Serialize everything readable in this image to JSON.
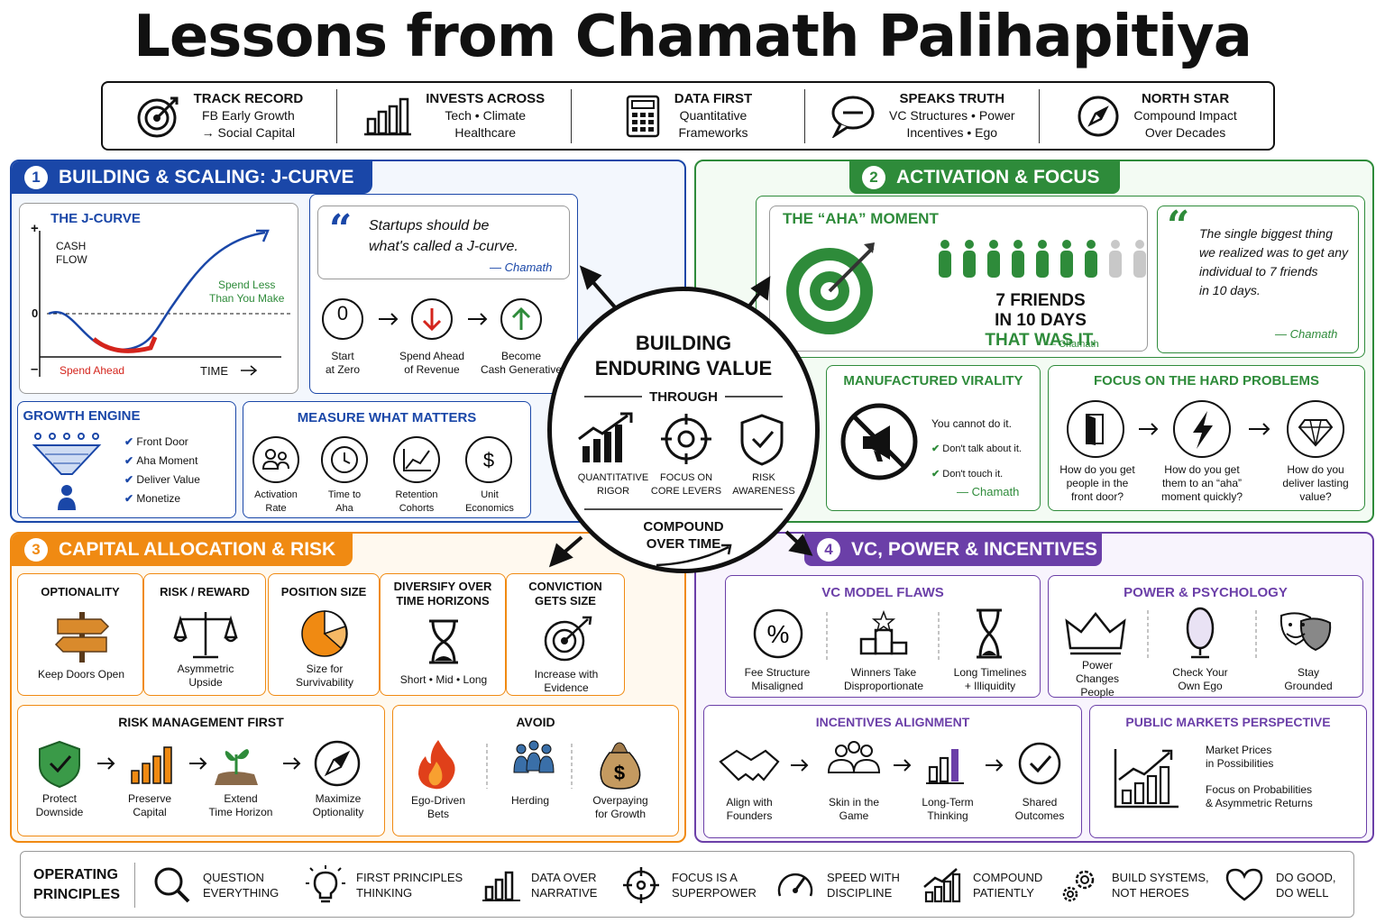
{
  "title": "Lessons from Chamath Palihapitiya",
  "topbar": [
    {
      "head": "TRACK RECORD",
      "l1": "FB Early Growth",
      "l2": "→ Social Capital",
      "icon": "target-icon"
    },
    {
      "head": "INVESTS ACROSS",
      "l1": "Tech • Climate",
      "l2": "Healthcare",
      "icon": "bar-chart-icon"
    },
    {
      "head": "DATA FIRST",
      "l1": "Quantitative",
      "l2": "Frameworks",
      "icon": "calculator-icon"
    },
    {
      "head": "SPEAKS TRUTH",
      "l1": "VC Structures • Power",
      "l2": "Incentives • Ego",
      "icon": "speech-bubble-icon"
    },
    {
      "head": "NORTH STAR",
      "l1": "Compound Impact",
      "l2": "Over Decades",
      "icon": "compass-icon"
    }
  ],
  "s1": {
    "num": "1",
    "title": "BUILDING & SCALING: J-CURVE",
    "jcurve": {
      "title": "THE J-CURVE",
      "plus": "+",
      "minus": "–",
      "cash1": "CASH",
      "cash2": "FLOW",
      "zero": "0",
      "spend_less1": "Spend Less",
      "spend_less2": "Than You Make",
      "spend_ahead": "Spend Ahead",
      "time": "TIME"
    },
    "quote": {
      "l1": "Startups should be",
      "l2": "what's called a J-curve.",
      "by": "— Chamath"
    },
    "steps": [
      {
        "l1": "Start",
        "l2": "at Zero"
      },
      {
        "l1": "Spend Ahead",
        "l2": "of Revenue"
      },
      {
        "l1": "Become",
        "l2": "Cash Generative"
      }
    ],
    "step_zero": "0",
    "growth": {
      "title": "GROWTH ENGINE",
      "items": [
        "Front Door",
        "Aha Moment",
        "Deliver Value",
        "Monetize"
      ]
    },
    "measure": {
      "title": "MEASURE WHAT MATTERS",
      "items": [
        {
          "l1": "Activation",
          "l2": "Rate"
        },
        {
          "l1": "Time to",
          "l2": "Aha"
        },
        {
          "l1": "Retention",
          "l2": "Cohorts"
        },
        {
          "l1": "Unit",
          "l2": "Economics"
        }
      ]
    }
  },
  "s2": {
    "num": "2",
    "title": "ACTIVATION & FOCUS",
    "aha": {
      "title": "THE “AHA” MOMENT",
      "l1": "7 FRIENDS",
      "l2": "IN 10 DAYS",
      "l3": "THAT WAS IT.",
      "by": "— Chamath"
    },
    "quote": {
      "l1": "The single biggest thing",
      "l2": "we realized was to get any",
      "l3": "individual to 7 friends",
      "l4": "in 10 days.",
      "by": "— Chamath"
    },
    "viral": {
      "title": "MANUFACTURED VIRALITY",
      "l1": "You cannot do it.",
      "l2": "Don't talk about it.",
      "l3": "Don't touch it.",
      "by": "— Chamath"
    },
    "hard": {
      "title": "FOCUS ON THE HARD PROBLEMS",
      "items": [
        {
          "l1": "How do you get",
          "l2": "people in the",
          "l3": "front door?"
        },
        {
          "l1": "How do you get",
          "l2": "them to an “aha”",
          "l3": "moment quickly?"
        },
        {
          "l1": "How do you",
          "l2": "deliver lasting",
          "l3": "value?"
        }
      ]
    }
  },
  "hub": {
    "t1": "BUILDING",
    "t2": "ENDURING VALUE",
    "through": "THROUGH",
    "items": [
      {
        "l1": "QUANTITATIVE",
        "l2": "RIGOR"
      },
      {
        "l1": "FOCUS ON",
        "l2": "CORE LEVERS"
      },
      {
        "l1": "RISK",
        "l2": "AWARENESS"
      }
    ],
    "b1": "COMPOUND",
    "b2": "OVER TIME"
  },
  "s3": {
    "num": "3",
    "title": "CAPITAL ALLOCATION & RISK",
    "cards": [
      {
        "t1": "OPTIONALITY",
        "t2": "",
        "l1": "Keep Doors Open",
        "l2": ""
      },
      {
        "t1": "RISK / REWARD",
        "t2": "",
        "l1": "Asymmetric",
        "l2": "Upside"
      },
      {
        "t1": "POSITION SIZE",
        "t2": "",
        "l1": "Size for",
        "l2": "Survivability"
      },
      {
        "t1": "DIVERSIFY OVER",
        "t2": "TIME HORIZONS",
        "l1": "Short • Mid • Long",
        "l2": ""
      },
      {
        "t1": "CONVICTION",
        "t2": "GETS SIZE",
        "l1": "Increase with",
        "l2": "Evidence"
      }
    ],
    "risk": {
      "title": "RISK MANAGEMENT FIRST",
      "items": [
        {
          "l1": "Protect",
          "l2": "Downside"
        },
        {
          "l1": "Preserve",
          "l2": "Capital"
        },
        {
          "l1": "Extend",
          "l2": "Time Horizon"
        },
        {
          "l1": "Maximize",
          "l2": "Optionality"
        }
      ]
    },
    "avoid": {
      "title": "AVOID",
      "items": [
        {
          "l1": "Ego-Driven",
          "l2": "Bets"
        },
        {
          "l1": "Herding",
          "l2": ""
        },
        {
          "l1": "Overpaying",
          "l2": "for Growth"
        }
      ]
    }
  },
  "s4": {
    "num": "4",
    "title": "VC, POWER & INCENTIVES",
    "vc": {
      "title": "VC MODEL FLAWS",
      "items": [
        {
          "l1": "Fee Structure",
          "l2": "Misaligned"
        },
        {
          "l1": "Winners Take",
          "l2": "Disproportionate"
        },
        {
          "l1": "Long Timelines",
          "l2": "+ Illiquidity"
        }
      ]
    },
    "power": {
      "title": "POWER & PSYCHOLOGY",
      "items": [
        {
          "l1": "Power",
          "l2": "Changes",
          "l3": "People"
        },
        {
          "l1": "Check Your",
          "l2": "Own Ego",
          "l3": ""
        },
        {
          "l1": "Stay",
          "l2": "Grounded",
          "l3": ""
        }
      ]
    },
    "incent": {
      "title": "INCENTIVES ALIGNMENT",
      "items": [
        {
          "l1": "Align with",
          "l2": "Founders"
        },
        {
          "l1": "Skin in the",
          "l2": "Game"
        },
        {
          "l1": "Long-Term",
          "l2": "Thinking"
        },
        {
          "l1": "Shared",
          "l2": "Outcomes"
        }
      ]
    },
    "public": {
      "title": "PUBLIC MARKETS PERSPECTIVE",
      "a1": "Market Prices",
      "a2": "in Possibilities",
      "b1": "Focus on Probabilities",
      "b2": "& Asymmetric Returns"
    }
  },
  "ops": {
    "title1": "OPERATING",
    "title2": "PRINCIPLES",
    "items": [
      {
        "l1": "QUESTION",
        "l2": "EVERYTHING"
      },
      {
        "l1": "FIRST PRINCIPLES",
        "l2": "THINKING"
      },
      {
        "l1": "DATA OVER",
        "l2": "NARRATIVE"
      },
      {
        "l1": "FOCUS IS A",
        "l2": "SUPERPOWER"
      },
      {
        "l1": "SPEED WITH",
        "l2": "DISCIPLINE"
      },
      {
        "l1": "COMPOUND",
        "l2": "PATIENTLY"
      },
      {
        "l1": "BUILD SYSTEMS,",
        "l2": "NOT HEROES"
      },
      {
        "l1": "DO GOOD,",
        "l2": "DO WELL"
      }
    ]
  },
  "colors": {
    "blue": "#1a47a8",
    "green": "#2e8b3a",
    "orange": "#f08a12",
    "purple": "#6b3fa8",
    "red": "#d4241c"
  }
}
